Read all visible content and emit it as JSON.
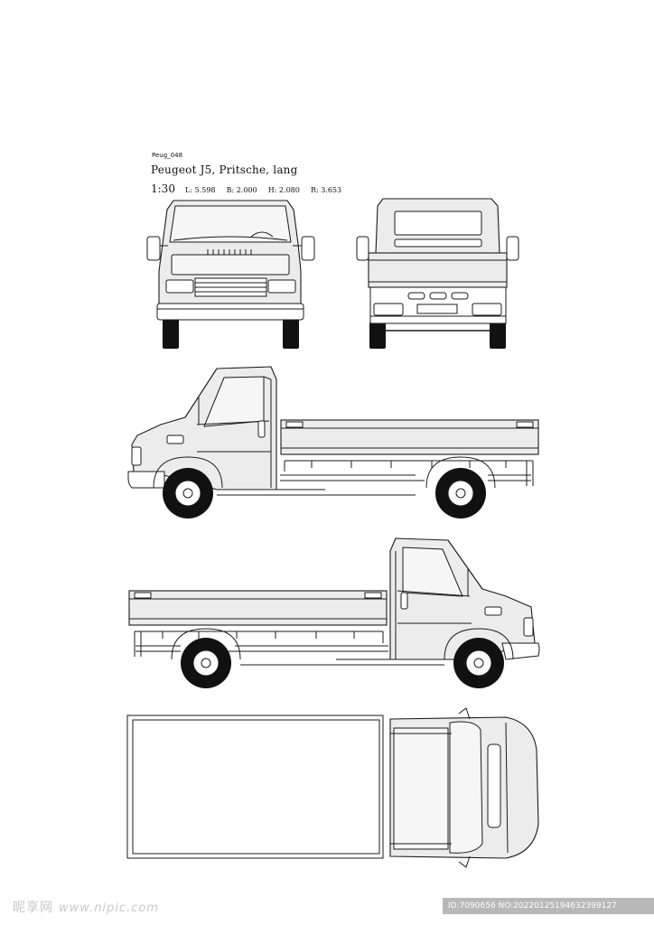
{
  "header": {
    "code": "Peug_048",
    "title": "Peugeot J5, Pritsche, lang",
    "scale": "1:30",
    "dims": [
      "L: 5.598",
      "B: 2.000",
      "H: 2.080",
      "R: 3.653"
    ]
  },
  "views": [
    "front-view",
    "rear-view",
    "left-side-view",
    "right-side-view",
    "top-view"
  ],
  "watermark": {
    "brand": "昵享网",
    "site": "www.nipic.com",
    "id_text": "ID:7090656 NO:20220125194632399127"
  },
  "colors": {
    "line": "#1b1b1b",
    "fill": "#ececec",
    "tyre": "#111111",
    "id_bar": "#b8b8b8"
  }
}
